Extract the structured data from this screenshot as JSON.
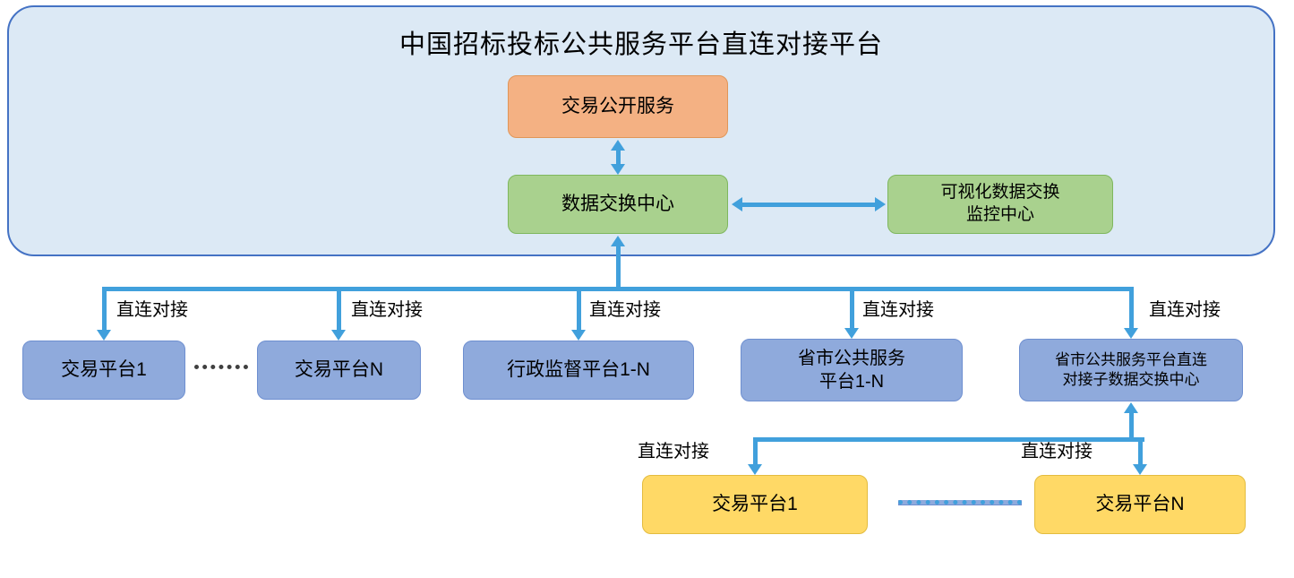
{
  "diagram": {
    "title": "中国招标投标公共服务平台直连对接平台",
    "nodes": {
      "trade_open_service": {
        "label": "交易公开服务"
      },
      "data_exchange_center": {
        "label": "数据交换中心"
      },
      "visual_monitor_center": {
        "label": "可视化数据交换\n监控中心"
      },
      "trade_platform_1": {
        "label": "交易平台1"
      },
      "trade_platform_n": {
        "label": "交易平台N"
      },
      "admin_supervision_platform": {
        "label": "行政监督平台1-N"
      },
      "provincial_public_service_platform": {
        "label": "省市公共服务\n平台1-N"
      },
      "provincial_sub_exchange_center": {
        "label": "省市公共服务平台直连\n对接子数据交换中心"
      },
      "sub_trade_platform_1": {
        "label": "交易平台1"
      },
      "sub_trade_platform_n": {
        "label": "交易平台N"
      }
    },
    "edge_labels": [
      "直连对接",
      "直连对接",
      "直连对接",
      "直连对接",
      "直连对接",
      "直连对接",
      "直连对接"
    ],
    "colors": {
      "container_fill": "#DCE9F5",
      "container_border": "#4472C4",
      "orange_fill": "#F4B183",
      "orange_border": "#E09659",
      "green_fill": "#A9D18E",
      "green_border": "#7FB75E",
      "blue_fill": "#8FAADC",
      "blue_border": "#6E8FD0",
      "yellow_fill": "#FFD966",
      "yellow_border": "#E3BC3F",
      "arrow": "#41A0DC",
      "dots_dark": "#404040"
    }
  }
}
